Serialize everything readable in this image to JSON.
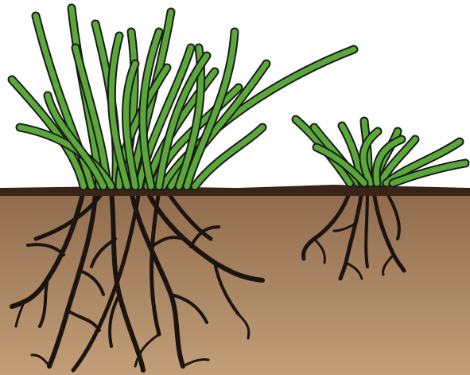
{
  "diagram": {
    "subject": "grass-root-comparison",
    "colors": {
      "sky": "#ffffff",
      "grass": "#5aa83a",
      "grass_outline": "#1a1a1a",
      "soil_top": "#8e6a4c",
      "soil_bottom": "#c29f78",
      "surface_line": "#3a2418",
      "roots": "#1c1410"
    },
    "plants": [
      {
        "id": "tall-grass",
        "icon": "tall-grass-clump-icon"
      },
      {
        "id": "short-grass",
        "icon": "short-grass-clump-icon"
      }
    ]
  }
}
